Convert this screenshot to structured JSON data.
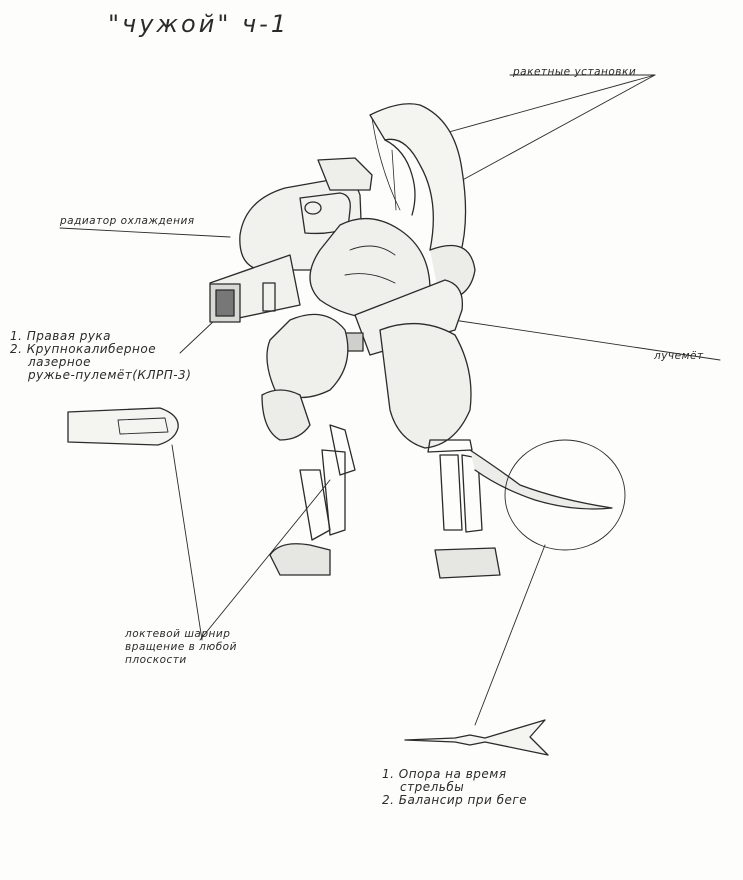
{
  "title": "\"чужой\" ч-1",
  "labels": {
    "rockets": "ракетные установки",
    "radiator": "радиатор охлаждения",
    "beam": "лучемёт",
    "right_arm": [
      "1. Правая рука",
      "2. Крупнокалиберное",
      "лазерное",
      "ружье-пулемёт(КЛРП-3)"
    ],
    "elbow": [
      "локтевой шарнир",
      "вращение в любой",
      "плоскости"
    ],
    "tail": [
      "1. Опора на время",
      "стрельбы",
      "2. Балансир при беге"
    ]
  },
  "colors": {
    "ink": "#2b2b2b",
    "paper": "#fdfdfb",
    "shade": "#9a9a9a"
  }
}
